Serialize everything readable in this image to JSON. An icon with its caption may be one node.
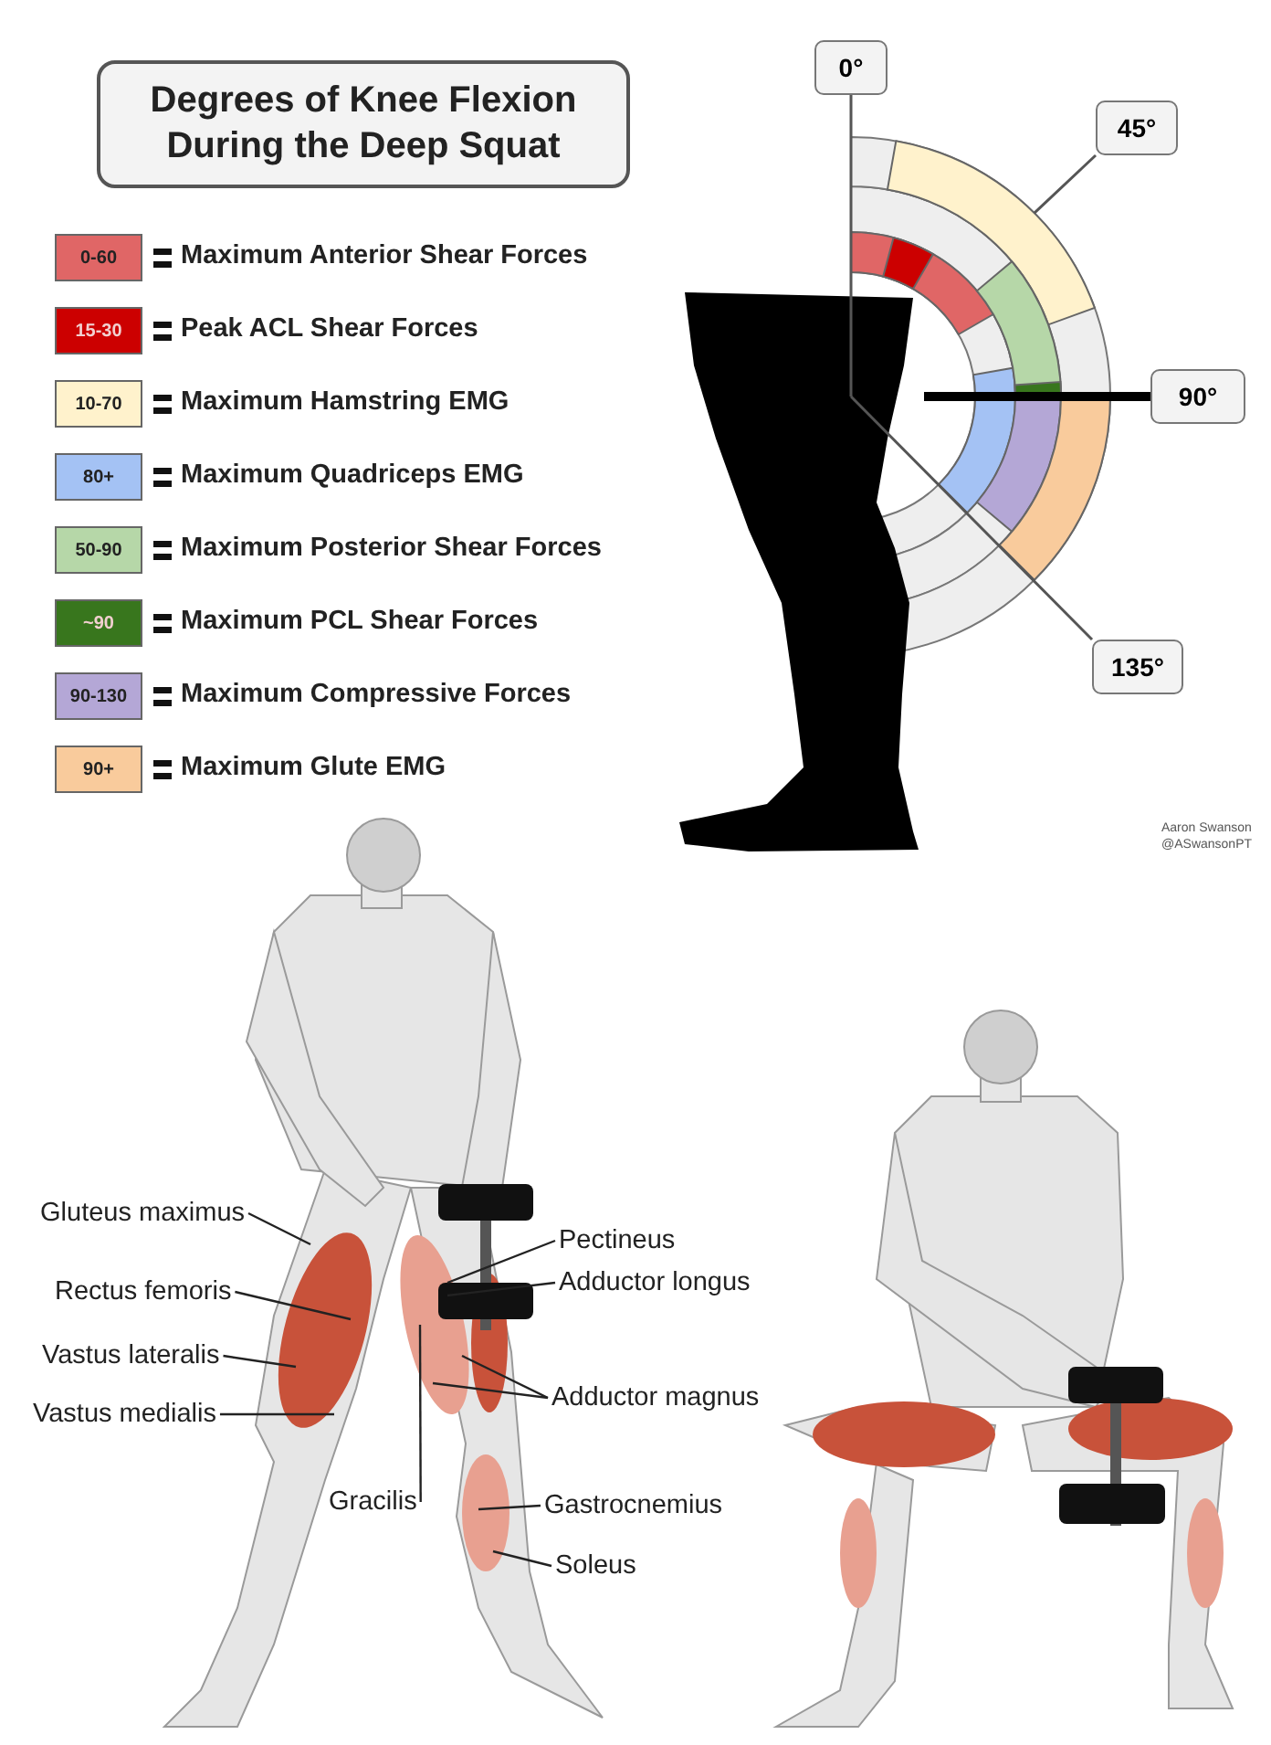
{
  "diagram": {
    "title": "Degrees of Knee Flexion During the Deep Squat",
    "nodes": [
      {
        "text": [
          "0°"
        ]
      },
      {
        "text": [
          "45°"
        ]
      },
      {
        "text": [
          "90°"
        ]
      },
      {
        "text": [
          "135°"
        ]
      },
      {
        "text": [
          "Gluteus maximus"
        ]
      },
      {
        "text": [
          "Rectus femoris"
        ]
      },
      {
        "text": [
          "Vastus lateralis"
        ]
      },
      {
        "text": [
          "Vastus medialis"
        ]
      },
      {
        "text": [
          "Pectineus"
        ]
      },
      {
        "text": [
          "Adductor longus"
        ]
      },
      {
        "text": [
          "Adductor magnus"
        ]
      },
      {
        "text": [
          "Gracilis"
        ]
      },
      {
        "text": [
          "Gastrocnemius"
        ]
      },
      {
        "text": [
          "Soleus"
        ]
      }
    ],
    "edges": [
      {
        "from": 4,
        "to": null,
        "arrow": "none"
      },
      {
        "from": 5,
        "to": null,
        "arrow": "none"
      },
      {
        "from": 6,
        "to": null,
        "arrow": "none"
      },
      {
        "from": 7,
        "to": null,
        "arrow": "none"
      },
      {
        "from": 8,
        "to": null,
        "arrow": "none"
      },
      {
        "from": 9,
        "to": null,
        "arrow": "none"
      },
      {
        "from": 10,
        "to": null,
        "arrow": "none"
      },
      {
        "from": 10,
        "to": null,
        "arrow": "none"
      },
      {
        "from": 11,
        "to": null,
        "arrow": "none"
      },
      {
        "from": 12,
        "to": null,
        "arrow": "none"
      },
      {
        "from": 13,
        "to": null,
        "arrow": "none"
      }
    ],
    "labels": [
      "0-60",
      "15-30",
      "10-70",
      "80+",
      "50-90",
      "~90",
      "90-130",
      "90+",
      "Aaron Swanson",
      "@ASwansonPT"
    ],
    "legend": [
      {
        "text": "Maximum Anterior Shear Forces",
        "color": "#e06666"
      },
      {
        "text": "Peak ACL Shear Forces",
        "color": "#cc0000"
      },
      {
        "text": "Maximum Hamstring EMG",
        "color": "#fff2cc"
      },
      {
        "text": "Maximum Quadriceps EMG",
        "color": "#a4c2f4"
      },
      {
        "text": "Maximum Posterior Shear Forces",
        "color": "#b6d7a8"
      },
      {
        "text": "Maximum PCL Shear Forces",
        "color": "#38761d"
      },
      {
        "text": "Maximum Compressive Forces",
        "color": "#b4a7d6"
      },
      {
        "text": "Maximum Glute EMG",
        "color": "#f9cb9c"
      }
    ]
  }
}
